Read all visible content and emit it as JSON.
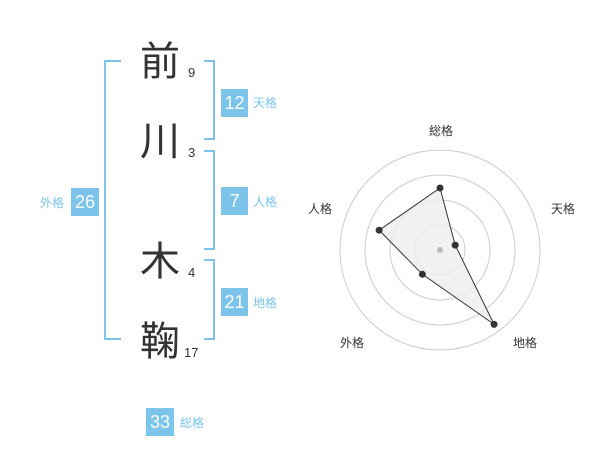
{
  "name_chars": [
    {
      "char": "前",
      "strokes": "9"
    },
    {
      "char": "川",
      "strokes": "3"
    },
    {
      "char": "木",
      "strokes": "4"
    },
    {
      "char": "鞠",
      "strokes": "17"
    }
  ],
  "fortunes": {
    "tenkaku": {
      "value": "12",
      "label": "天格"
    },
    "jinkaku": {
      "value": "7",
      "label": "人格"
    },
    "chikaku": {
      "value": "21",
      "label": "地格"
    },
    "gaikaku": {
      "value": "26",
      "label": "外格"
    },
    "soukaku": {
      "value": "33",
      "label": "総格"
    }
  },
  "chart_data": {
    "type": "radar",
    "axes": [
      "総格",
      "天格",
      "地格",
      "外格",
      "人格"
    ],
    "values": [
      3.1,
      0.8,
      4.6,
      1.5,
      3.2
    ],
    "rmax": 5,
    "rings": 4,
    "colors": {
      "fill": "#eeeeee",
      "line": "#333333",
      "ring": "#cccccc",
      "center": "#bbbbbb"
    }
  }
}
